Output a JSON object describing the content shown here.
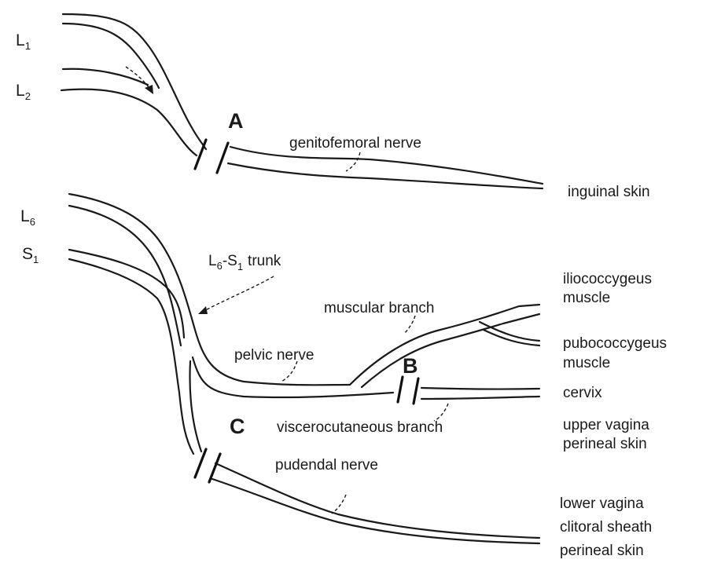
{
  "roots": {
    "l1": {
      "main": "L",
      "sub": "1"
    },
    "l2": {
      "main": "L",
      "sub": "2"
    },
    "l6": {
      "main": "L",
      "sub": "6"
    },
    "s1": {
      "main": "S",
      "sub": "1"
    }
  },
  "trunk": {
    "a": "L",
    "a_sub": "6",
    "dash": "-S",
    "b_sub": "1",
    "word": "trunk"
  },
  "cuts": {
    "a": "A",
    "b": "B",
    "c": "C"
  },
  "nerves": {
    "genitofemoral": "genitofemoral nerve",
    "muscular": "muscular branch",
    "pelvic": "pelvic nerve",
    "viscerocutaneous": "viscerocutaneous branch",
    "pudendal": "pudendal nerve"
  },
  "targets": {
    "inguinal": "inguinal skin",
    "ilio_1": "iliococcygeus",
    "ilio_2": "muscle",
    "pubo_1": "pubococcygeus",
    "pubo_2": "muscle",
    "cervix": "cervix",
    "upper_vagina": "upper vagina",
    "perineal_1": "perineal skin",
    "lower_vagina": "lower vagina",
    "clitoral": "clitoral sheath",
    "perineal_2": "perineal skin"
  }
}
